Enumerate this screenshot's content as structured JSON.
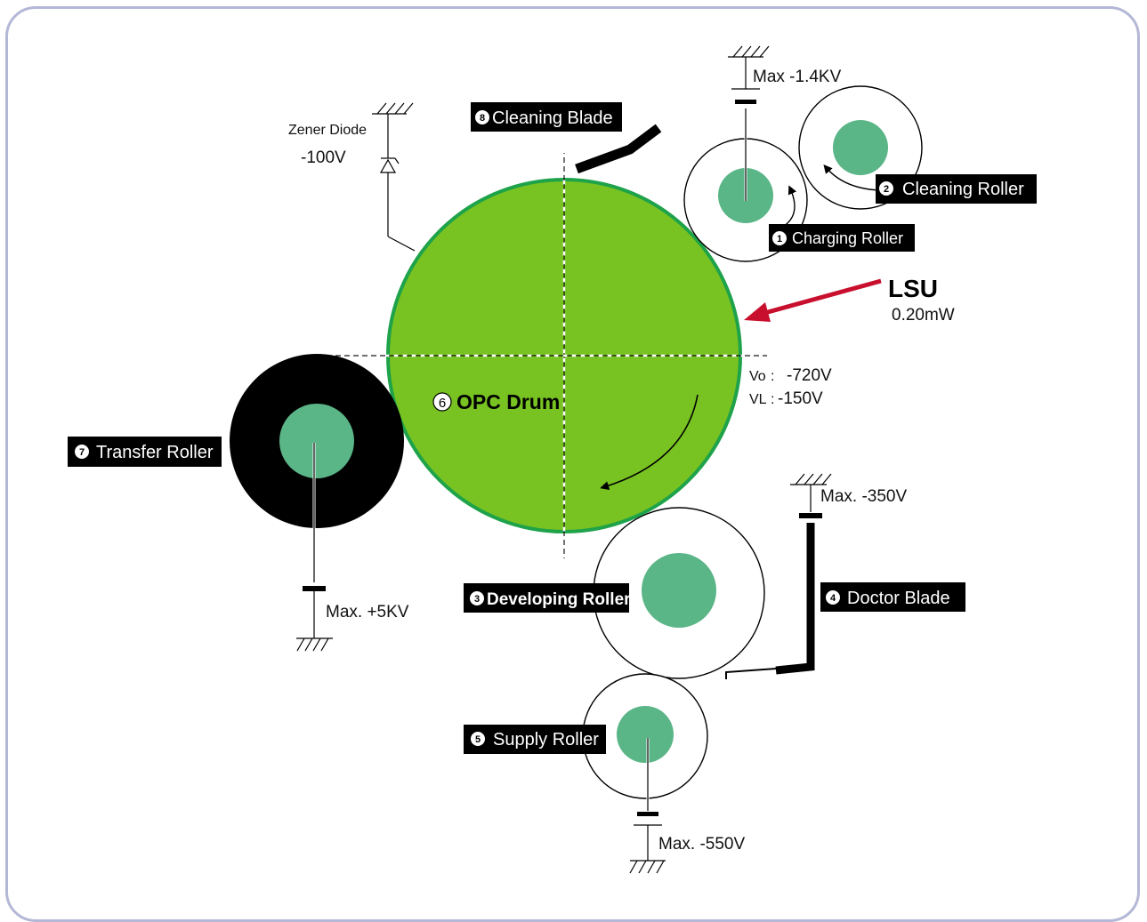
{
  "components": {
    "opc_drum": {
      "number": "6",
      "label": "OPC Drum"
    },
    "charging_roller": {
      "number": "1",
      "label": "Charging Roller"
    },
    "cleaning_roller": {
      "number": "2",
      "label": "Cleaning Roller"
    },
    "developing_roller": {
      "number": "3",
      "label": "Developing Roller"
    },
    "doctor_blade": {
      "number": "4",
      "label": "Doctor Blade"
    },
    "supply_roller": {
      "number": "5",
      "label": "Supply Roller"
    },
    "transfer_roller": {
      "number": "7",
      "label": "Transfer Roller"
    },
    "cleaning_blade": {
      "number": "8",
      "label": "Cleaning Blade"
    }
  },
  "voltages": {
    "charging": "Max -1.4KV",
    "zener_label": "Zener Diode",
    "zener_value": "-100V",
    "doctor": "Max. -350V",
    "transfer": "Max. +5KV",
    "supply": "Max. -550V"
  },
  "lsu": {
    "label": "LSU",
    "power": "0.20mW"
  },
  "drum_potentials": {
    "vo_sym": "Vo",
    "vo_sep": ":",
    "vo_value": "-720V",
    "vl_sym": "VL",
    "vl_sep": ":",
    "vl_value": "-150V"
  },
  "colors": {
    "drum_fill": "#78c322",
    "drum_edge": "#1ea24a",
    "core": "#5ab587",
    "lsu_arrow": "#c8102e",
    "frame": "#b4b8d6"
  }
}
